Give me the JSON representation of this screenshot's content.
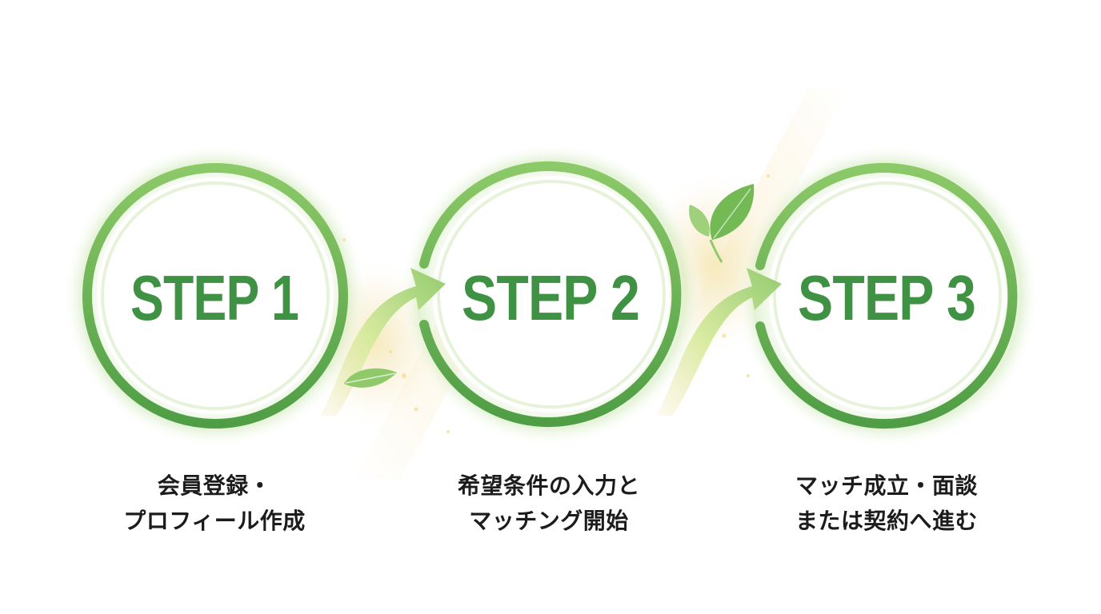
{
  "steps": [
    {
      "label": "STEP 1",
      "caption_line1": "会員登録・",
      "caption_line2": "プロフィール作成"
    },
    {
      "label": "STEP 2",
      "caption_line1": "希望条件の入力と",
      "caption_line2": "マッチング開始"
    },
    {
      "label": "STEP 3",
      "caption_line1": "マッチ成立・面談",
      "caption_line2": "または契約へ進む"
    }
  ],
  "colors": {
    "ring": "#5ca84a",
    "ring_light": "#a6d48a",
    "step_text": "#3f9243",
    "caption_text": "#1c1c1c",
    "glow": "#f3e3a8",
    "leaf": "#7bbd5c"
  },
  "icons": [
    "arrow-icon",
    "leaf-icon",
    "sparkle-icon"
  ]
}
